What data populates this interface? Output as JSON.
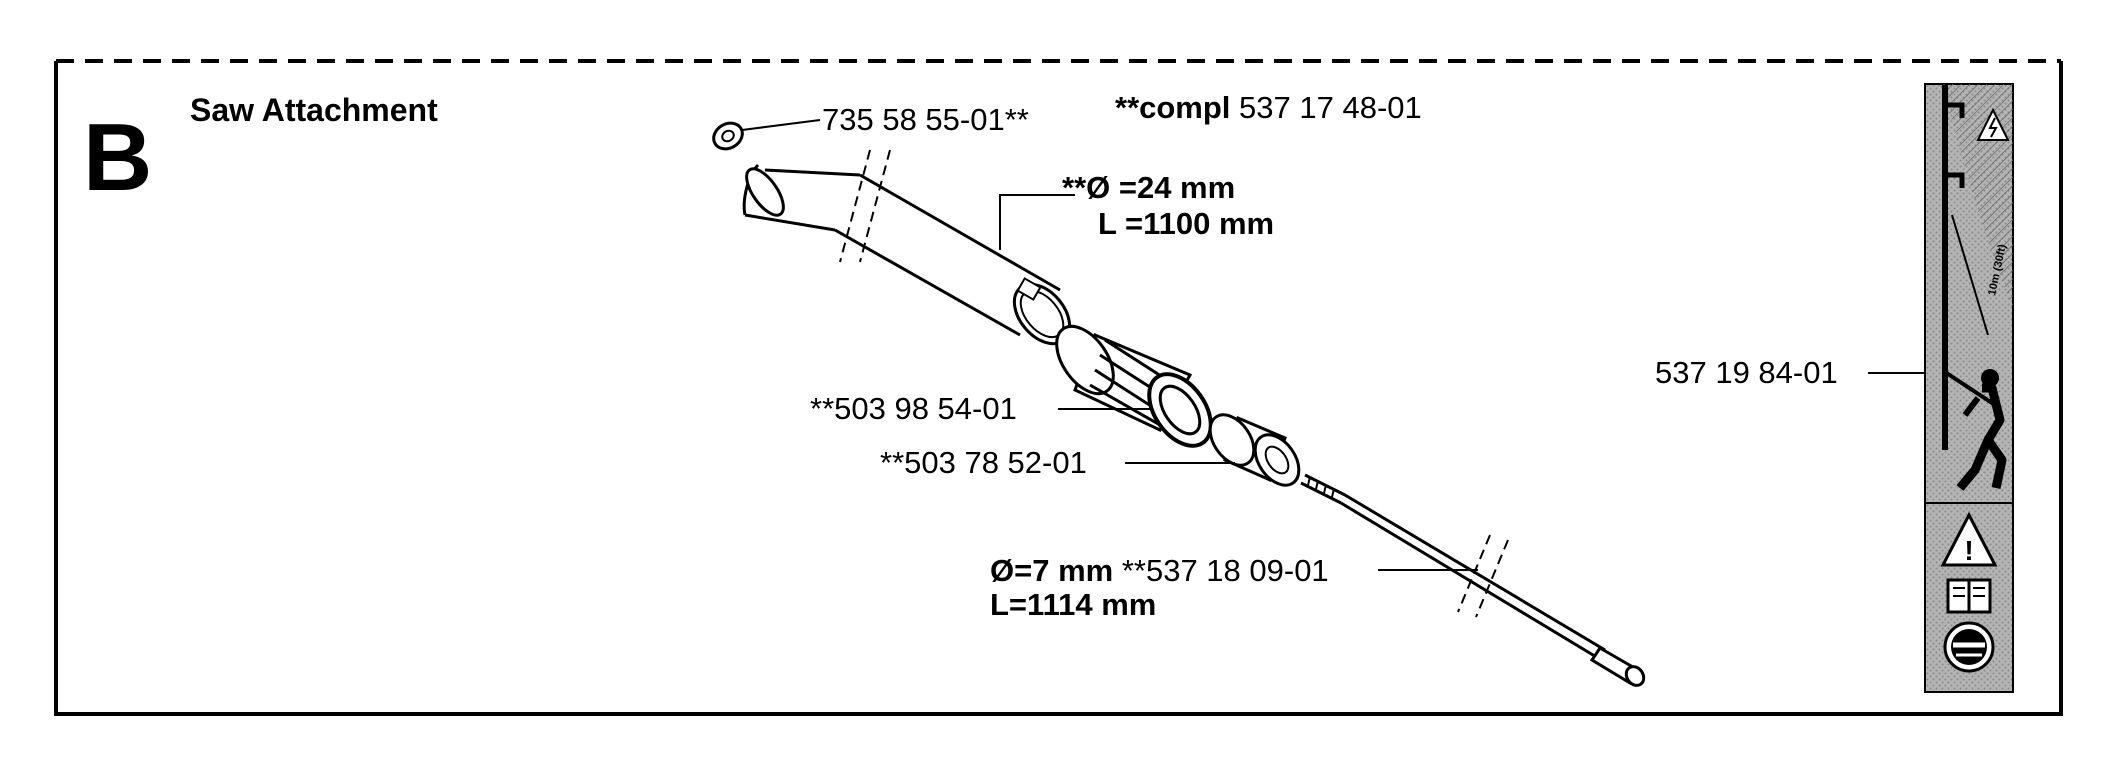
{
  "section": {
    "letter": "B",
    "title": "Saw Attachment"
  },
  "kit": {
    "prefix": "**compl",
    "number": "537 17 48-01"
  },
  "parts": {
    "washer": "735 58 55-01**",
    "tube_dim_d": "**Ø =24 mm",
    "tube_dim_l": "L =1100 mm",
    "bushing": "**503 98 54-01",
    "coupling": "**503 78 52-01",
    "shaft_dim_d": "Ø=7 mm",
    "shaft_number": "**537 18 09-01",
    "shaft_dim_l": "L=1114 mm",
    "decal": "537 19 84-01"
  },
  "decal_text": {
    "distance": "10m (30ft)"
  },
  "icons": [
    "lightning-warning-icon",
    "warning-triangle-icon",
    "manual-book-icon",
    "protective-gear-icon"
  ]
}
